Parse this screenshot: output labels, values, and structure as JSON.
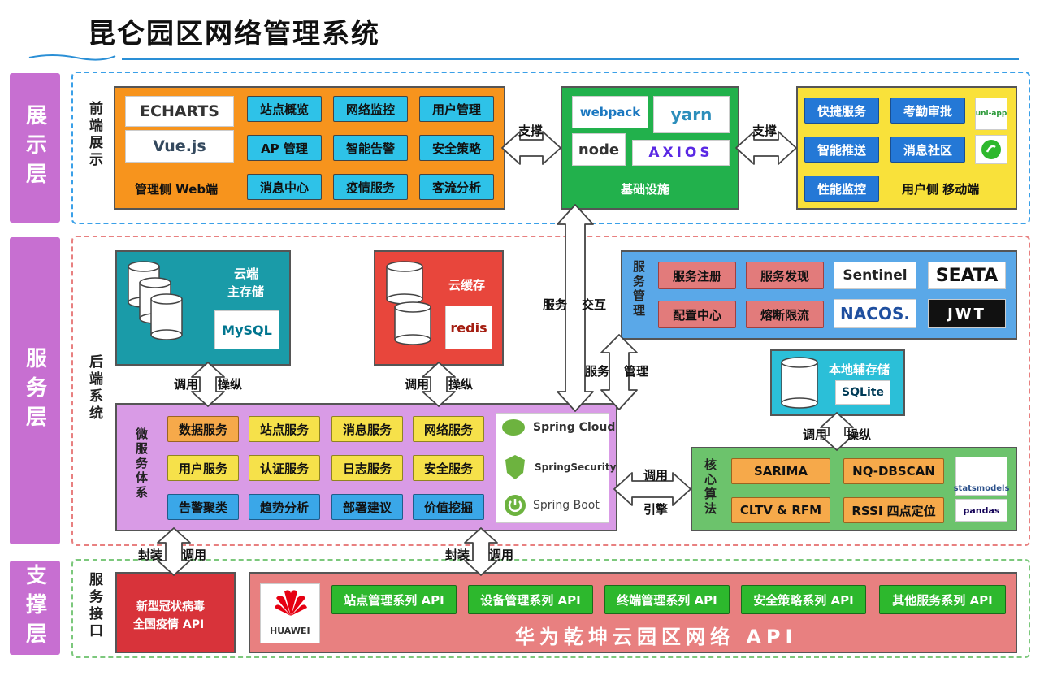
{
  "title": "昆仑园区网络管理系统",
  "layers": {
    "display": "展示层",
    "service": "服务层",
    "support": "支撑层"
  },
  "sections": {
    "frontend": "前端展示",
    "backend": "后端系统",
    "service_interface": "服务接口"
  },
  "web": {
    "caption": "管理侧 Web端",
    "logos": [
      "ECHARTS",
      "Vue.js"
    ],
    "chips": [
      "站点概览",
      "网络监控",
      "用户管理",
      "AP 管理",
      "智能告警",
      "安全策略",
      "消息中心",
      "疫情服务",
      "客流分析"
    ]
  },
  "infra": {
    "caption": "基础设施",
    "logos": [
      "webpack",
      "yarn",
      "node",
      "AXIOS"
    ]
  },
  "mobile": {
    "caption": "用户侧 移动端",
    "chips": [
      "快捷服务",
      "考勤审批",
      "智能推送",
      "消息社区",
      "性能监控"
    ],
    "logos": [
      "uni-app"
    ]
  },
  "arrows": {
    "support_left": "支撑",
    "support_right": "支撑",
    "service_interact_1": "服务",
    "service_interact_2": "交互",
    "service_manage_1": "服务",
    "service_manage_2": "管理",
    "call_1": "调用",
    "control_1": "操纵",
    "call_2": "调用",
    "control_2": "操纵",
    "call_3": "调用",
    "control_3": "操纵",
    "call_engine_1": "调用",
    "call_engine_2": "引擎",
    "wrap_1": "封装",
    "call_4": "调用",
    "wrap_2": "封装",
    "call_5": "调用"
  },
  "cloud_storage": {
    "caption_1": "云端",
    "caption_2": "主存储",
    "logo": "MySQL"
  },
  "cloud_cache": {
    "caption": "云缓存",
    "logo": "redis"
  },
  "service_mgmt": {
    "label": "服务管理",
    "chips": [
      "服务注册",
      "服务发现",
      "配置中心",
      "熔断限流"
    ],
    "logos": [
      "Sentinel",
      "SEATA",
      "NACOS.",
      "JWT"
    ]
  },
  "local_storage": {
    "caption": "本地辅存储",
    "logo": "SQLite"
  },
  "microservices": {
    "label": "微服务体系",
    "chips": [
      "数据服务",
      "站点服务",
      "消息服务",
      "网络服务",
      "用户服务",
      "认证服务",
      "日志服务",
      "安全服务",
      "告警聚类",
      "趋势分析",
      "部署建议",
      "价值挖掘"
    ],
    "logos": [
      "Spring Cloud",
      "SpringSecurity",
      "Spring Boot"
    ]
  },
  "core_algo": {
    "label": "核心算法",
    "chips": [
      "SARIMA",
      "NQ-DBSCAN",
      "CLTV & RFM",
      "RSSI 四点定位"
    ],
    "logos": [
      "statsmodels",
      "pandas"
    ]
  },
  "covid_api": {
    "line_1": "新型冠状病毒",
    "line_2": "全国疫情 API"
  },
  "huawei": {
    "logo": "HUAWEI",
    "chips": [
      "站点管理系列 API",
      "设备管理系列 API",
      "终端管理系列 API",
      "安全策略系列 API",
      "其他服务系列 API"
    ],
    "caption": "华为乾坤云园区网络 API"
  },
  "colors": {
    "web": "#f7941d",
    "infra": "#22b14c",
    "mobile": "#f9e13a",
    "storage": "#1a9ba8",
    "cache": "#e8463c",
    "svc_mgmt": "#5aa8e8",
    "local": "#2bbfd8",
    "micro": "#d99be6",
    "algo": "#6cc36c",
    "covid": "#d8333a",
    "huawei": "#e88080",
    "layer": "#c76fd1"
  }
}
